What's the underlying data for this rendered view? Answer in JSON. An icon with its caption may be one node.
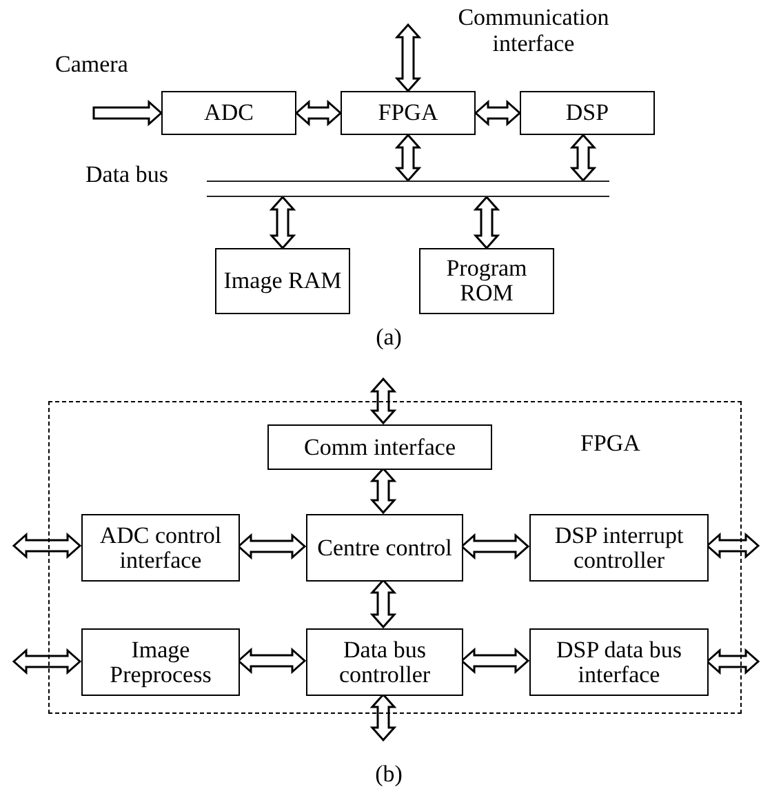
{
  "diagram": {
    "nodes": [
      {
        "text": [
          "ADC"
        ]
      },
      {
        "text": [
          "FPGA"
        ]
      },
      {
        "text": [
          "DSP"
        ]
      },
      {
        "text": [],
        "shape": "bar",
        "beside": [
          "Data bus"
        ]
      },
      {
        "text": [
          "Image RAM"
        ]
      },
      {
        "text": [
          "Program ROM"
        ]
      },
      {
        "text": [
          "FPGA"
        ]
      },
      {
        "text": [
          "Comm interface"
        ],
        "in": 6
      },
      {
        "text": [
          "ADC control interface"
        ],
        "in": 6
      },
      {
        "text": [
          "Centre control"
        ],
        "in": 6
      },
      {
        "text": [
          "DSP interrupt controller"
        ],
        "in": 6
      },
      {
        "text": [
          "Image Preprocess"
        ],
        "in": 6
      },
      {
        "text": [
          "Data bus controller"
        ],
        "in": 6
      },
      {
        "text": [
          "DSP data bus interface"
        ],
        "in": 6
      }
    ],
    "edges": [
      {
        "from": null,
        "to": 0,
        "arrow": "to"
      },
      {
        "from": 0,
        "to": 1,
        "arrow": "both"
      },
      {
        "from": 1,
        "to": 2,
        "arrow": "both"
      },
      {
        "from": 1,
        "to": null,
        "arrow": "both"
      },
      {
        "from": 1,
        "to": 3,
        "arrow": "both"
      },
      {
        "from": 2,
        "to": 3,
        "arrow": "both"
      },
      {
        "from": 3,
        "to": 4,
        "arrow": "both"
      },
      {
        "from": 3,
        "to": 5,
        "arrow": "both"
      },
      {
        "from": null,
        "to": 7,
        "arrow": "both"
      },
      {
        "from": 7,
        "to": 9,
        "arrow": "both"
      },
      {
        "from": 8,
        "to": 9,
        "arrow": "both"
      },
      {
        "from": 9,
        "to": 10,
        "arrow": "both"
      },
      {
        "from": 9,
        "to": 12,
        "arrow": "both"
      },
      {
        "from": 11,
        "to": 12,
        "arrow": "both"
      },
      {
        "from": 12,
        "to": 13,
        "arrow": "both"
      },
      {
        "from": null,
        "to": 8,
        "arrow": "both"
      },
      {
        "from": null,
        "to": 11,
        "arrow": "both"
      },
      {
        "from": 10,
        "to": null,
        "arrow": "both"
      },
      {
        "from": 13,
        "to": null,
        "arrow": "both"
      },
      {
        "from": 12,
        "to": null,
        "arrow": "both"
      }
    ],
    "labels": [
      "Camera",
      "Communication interface",
      "(a)",
      "(b)"
    ]
  }
}
